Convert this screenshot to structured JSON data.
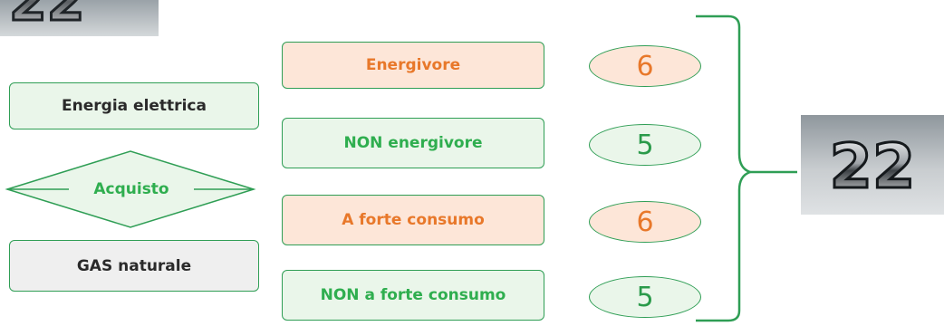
{
  "left": {
    "top_box": "Energia elettrica",
    "diamond": "Acquisto",
    "bottom_box": "GAS naturale"
  },
  "categories": [
    {
      "label": "Energivore",
      "count": "6",
      "style": "peach"
    },
    {
      "label": "NON energivore",
      "count": "5",
      "style": "mint"
    },
    {
      "label": "A forte consumo",
      "count": "6",
      "style": "peach"
    },
    {
      "label": "NON a forte consumo",
      "count": "5",
      "style": "mint"
    }
  ],
  "total": "22",
  "colors": {
    "accent_green": "#2f9e55",
    "orange_text": "#e8782a",
    "peach_fill": "#fde6d8",
    "mint_fill": "#eaf6ea"
  }
}
